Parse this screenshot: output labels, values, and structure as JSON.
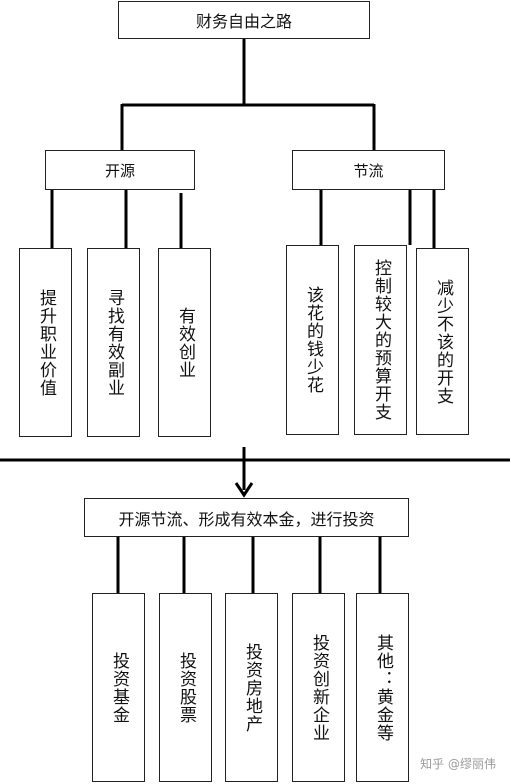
{
  "title": "财务自由之路",
  "branches": {
    "left": {
      "label": "开源",
      "children": [
        "提升职业价值",
        "寻找有效副业",
        "有效创业"
      ]
    },
    "right": {
      "label": "节流",
      "children": [
        "该花的钱少花",
        "控制较大的预算开支",
        "减少不该的开支"
      ]
    }
  },
  "result": "开源节流、形成有效本金，进行投资",
  "investments": [
    "投资基金",
    "投资股票",
    "投资房地产",
    "投资创新企业",
    "其他：黄金等"
  ],
  "watermark": "知乎 @缪丽伟"
}
